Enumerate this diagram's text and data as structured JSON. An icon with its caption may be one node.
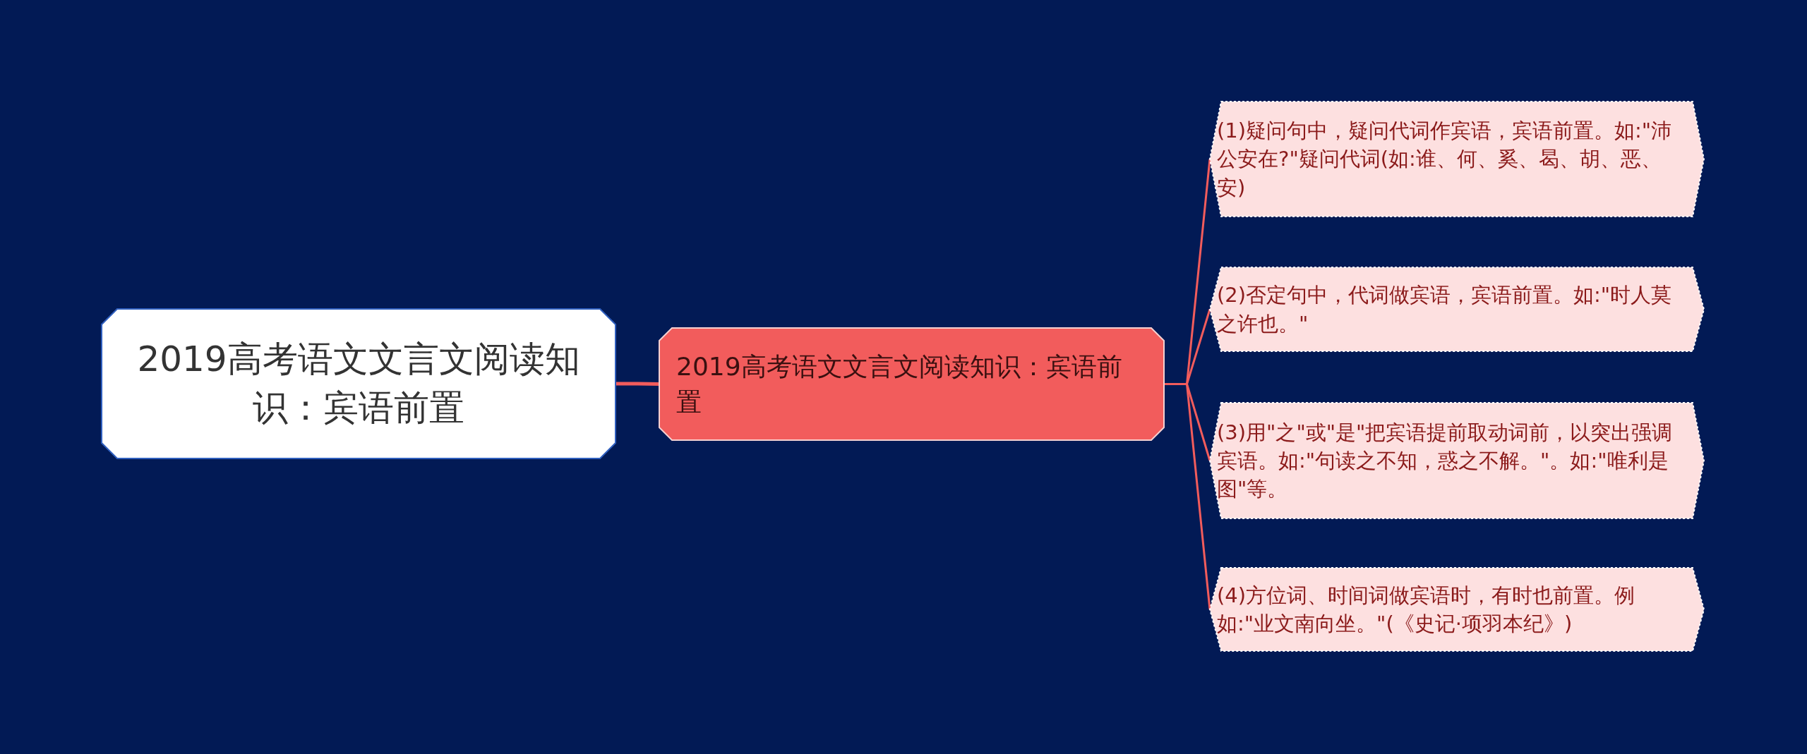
{
  "diagram": {
    "nodes": [
      {
        "text": [
          "2019高考语文文言文阅读知识：宾语前置"
        ]
      },
      {
        "text": [
          "2019高考语文文言文阅读知识：宾语前置"
        ]
      },
      {
        "text": [
          "(1)疑问句中，疑问代词作宾语，宾语前置。如:\"沛公安在?\"疑问代词(如:谁、何、奚、曷、胡、恶、安)"
        ]
      },
      {
        "text": [
          "(2)否定句中，代词做宾语，宾语前置。如:\"时人莫之许也。\""
        ]
      },
      {
        "text": [
          "(3)用\"之\"或\"是\"把宾语提前取动词前，以突出强调宾语。如:\"句读之不知，惑之不解。\"。如:\"唯利是图\"等。"
        ]
      },
      {
        "text": [
          "(4)方位词、时间词做宾语时，有时也前置。例如:\"业文南向坐。\"(《史记·项羽本纪》)"
        ]
      }
    ],
    "edges": [
      {
        "from": 0,
        "to": 1,
        "arrow": "none"
      },
      {
        "from": 1,
        "to": 2,
        "arrow": "none"
      },
      {
        "from": 1,
        "to": 3,
        "arrow": "none"
      },
      {
        "from": 1,
        "to": 4,
        "arrow": "none"
      },
      {
        "from": 1,
        "to": 5,
        "arrow": "none"
      }
    ]
  }
}
